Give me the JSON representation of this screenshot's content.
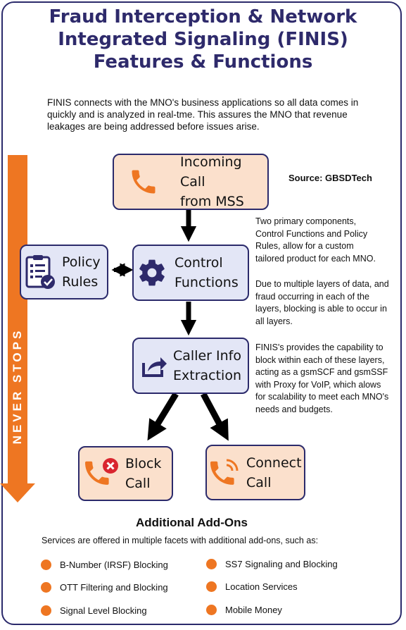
{
  "title": {
    "line1": "Fraud Interception & Network",
    "line2": "Integrated Signaling (FINIS)",
    "line3": "Features & Functions"
  },
  "intro": "FINIS connects with the MNO's business applications so all data comes in quickly and is analyzed in real-tme.  This assures the MNO that revenue leakages are being addressed before issues arise.",
  "source": "Source: GBSDTech",
  "side_banner": "NEVER STOPS",
  "nodes": {
    "incoming": {
      "line1": "Incoming Call",
      "line2": "from MSS",
      "icon": "phone-icon"
    },
    "control": {
      "line1": "Control",
      "line2": "Functions",
      "icon": "gear-icon"
    },
    "policy": {
      "line1": "Policy",
      "line2": "Rules",
      "icon": "clipboard-check-icon"
    },
    "caller": {
      "line1": "Caller Info",
      "line2": "Extraction",
      "icon": "share-icon"
    },
    "block": {
      "line1": "Block",
      "line2": "Call",
      "icon": "phone-blocked-icon"
    },
    "connect": {
      "line1": "Connect",
      "line2": "Call",
      "icon": "phone-ringing-icon"
    }
  },
  "descriptions": {
    "components": "Two primary components, Control Functions and Policy Rules, allow for a custom tailored product for each MNO.",
    "layers": "Due to multiple layers of data, and fraud occurring  in each of the layers, blocking is able to occur in all layers.",
    "capability": "FINIS's provides the capability to block within each of these layers, acting as a gsmSCF and gsmSSF with Proxy for VoIP, which alows for scalability to meet each MNO's needs and budgets."
  },
  "addons": {
    "title": "Additional Add-Ons",
    "description": "Services are offered in multiple facets with additional add-ons, such as:",
    "items": [
      "B-Number (IRSF) Blocking",
      "SS7 Signaling and Blocking",
      "OTT Filtering and Blocking",
      "Location Services",
      "Signal Level Blocking",
      "Mobile Money"
    ]
  },
  "colors": {
    "navy": "#2e2a6b",
    "orange": "#ee7622",
    "peach": "#fbe0cc",
    "lavender": "#e3e6f6",
    "red": "#d9252f"
  }
}
